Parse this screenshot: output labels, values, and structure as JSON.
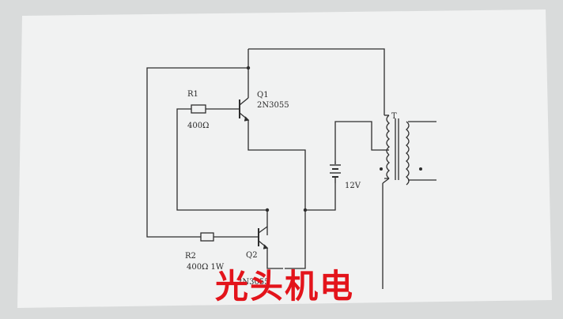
{
  "diagram": {
    "r1_name": "R1",
    "r1_value": "400Ω",
    "q1_name": "Q1",
    "q1_part": "2N3055",
    "transformer_name": "T",
    "battery_voltage": "12V",
    "r2_name": "R2",
    "r2_value": "400Ω  1W",
    "q2_name": "Q2",
    "q2_part": "2N3055"
  },
  "watermark": {
    "text": "光头机电"
  },
  "colors": {
    "wire": "#2e2e2e",
    "watermark": "#e3141b",
    "paper": "#f2f3f3"
  }
}
